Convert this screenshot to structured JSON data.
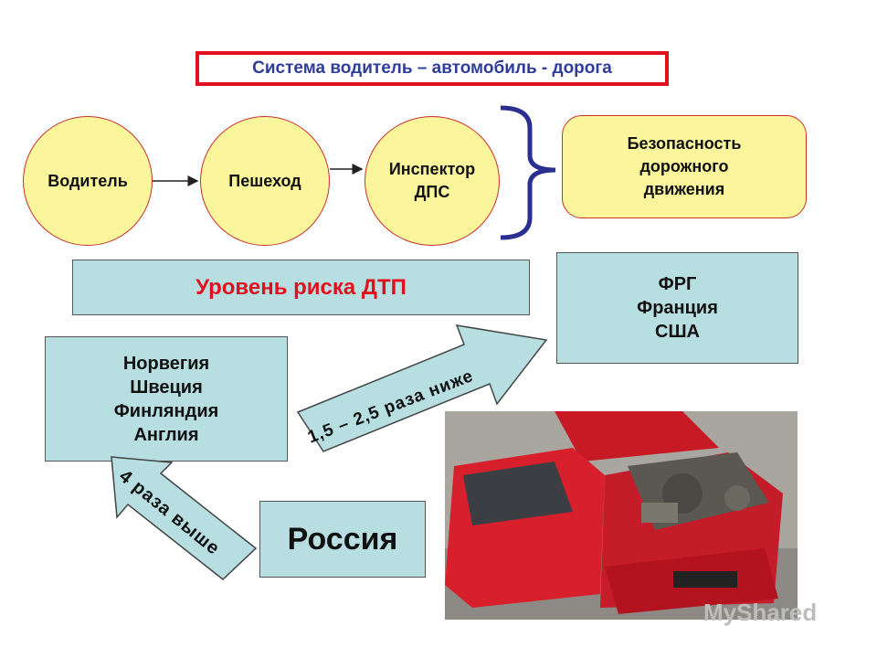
{
  "title": "Система водитель – автомобиль - дорога",
  "circles": [
    {
      "label": "Водитель"
    },
    {
      "label": "Пешеход"
    },
    {
      "label": "Инспектор ДПС"
    }
  ],
  "safety": "Безопасность дорожного движения",
  "risk_level": "Уровень риска ДТП",
  "low_group": [
    "ФРГ",
    "Франция",
    "США"
  ],
  "high_group": [
    "Норвегия",
    "Швеция",
    "Финляндия",
    "Англия"
  ],
  "russia": "Россия",
  "arrow_lower": "1,5 – 2,5 раза ниже",
  "arrow_higher": "4 раза выше",
  "watermark": "MyShared",
  "colors": {
    "circle_fill": "#fbf59c",
    "box_fill": "#b7dfe2",
    "title_border": "#e0101e",
    "title_text": "#2f3d9a",
    "risk_text": "#e0101e",
    "brace": "#2b2f8f"
  }
}
